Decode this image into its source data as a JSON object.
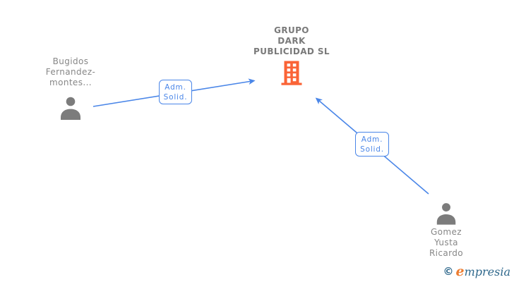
{
  "diagram": {
    "company": {
      "name": "GRUPO DARK PUBLICIDAD SL",
      "name_lines": [
        "GRUPO",
        "DARK",
        "PUBLICIDAD SL"
      ],
      "icon": "building-icon"
    },
    "people": [
      {
        "name": "Bugidos Fernandez-montes...",
        "name_lines": [
          "Bugidos",
          "Fernandez-",
          "montes..."
        ],
        "icon": "person-icon"
      },
      {
        "name": "Gomez Yusta Ricardo",
        "name_lines": [
          "Gomez",
          "Yusta",
          "Ricardo"
        ],
        "icon": "person-icon"
      }
    ],
    "edges": [
      {
        "from": "Bugidos Fernandez-montes...",
        "to": "GRUPO DARK PUBLICIDAD SL",
        "label": "Adm. Solid.",
        "label_lines": [
          "Adm.",
          "Solid."
        ]
      },
      {
        "from": "Gomez Yusta Ricardo",
        "to": "GRUPO DARK PUBLICIDAD SL",
        "label": "Adm. Solid.",
        "label_lines": [
          "Adm.",
          "Solid."
        ]
      }
    ],
    "colors": {
      "edge_blue": "#4A86E8",
      "label_text_blue": "#4A86E8",
      "node_text_gray": "#878787",
      "person_icon_gray": "#7C7C7C",
      "building_orange": "#FA6336"
    }
  },
  "watermark": {
    "copyright": "©",
    "brand_first": "e",
    "brand_rest": "mpresia",
    "brand_blue": "#2F688C",
    "brand_orange": "#ED7D31"
  }
}
